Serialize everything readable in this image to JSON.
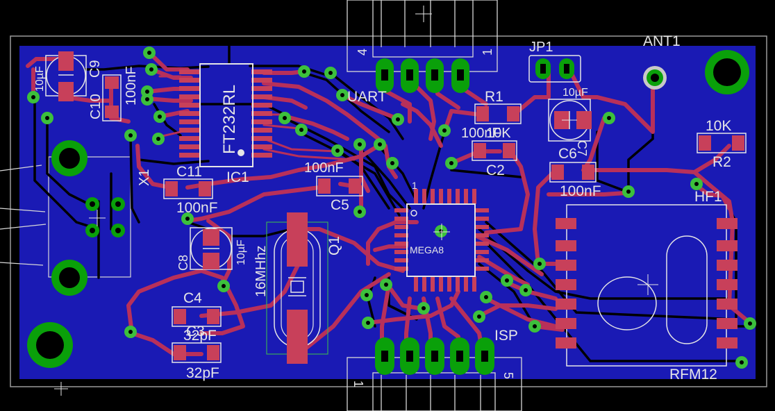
{
  "colors": {
    "background": "#000000",
    "copper_bottom": "#1a1ab4",
    "trace_top": "#b8305a",
    "pad": "#0aa00a",
    "via_fill": "#3cc03c",
    "silk": "#e6e6e6",
    "smd_pad": "#c8405a"
  },
  "labels": {
    "c9": "C9",
    "c9_val": "10µF",
    "c10": "C10",
    "c10_val": "100nF",
    "ic1_part": "FT232RL",
    "ic1": "IC1",
    "uart": "UART",
    "uart_pin4": "4",
    "uart_pin1": "1",
    "jp1": "JP1",
    "ant1": "ANT1",
    "r1": "R1",
    "r1_val": "10K",
    "c7_val": "10µF",
    "c7": "C7",
    "c2_val": "100nF",
    "c2": "C2",
    "c6": "C6",
    "c6_val": "100nF",
    "r2_val": "10K",
    "r2": "R2",
    "x1": "X1",
    "c11": "C11",
    "c11_val": "100nF",
    "c5_val": "100nF",
    "c5": "C5",
    "hf1": "HF1",
    "mega8": "MEGA8",
    "pin1": "1",
    "q1": "Q1",
    "q1_val": "16MHhz",
    "c8": "C8",
    "c8_val": "10µF",
    "c4": "C4",
    "c4_val": "32pF",
    "c3": "C3",
    "c3_val": "32pF",
    "isp": "ISP",
    "isp_pin1": "1",
    "isp_pin5": "5",
    "rfm12": "RFM12"
  }
}
